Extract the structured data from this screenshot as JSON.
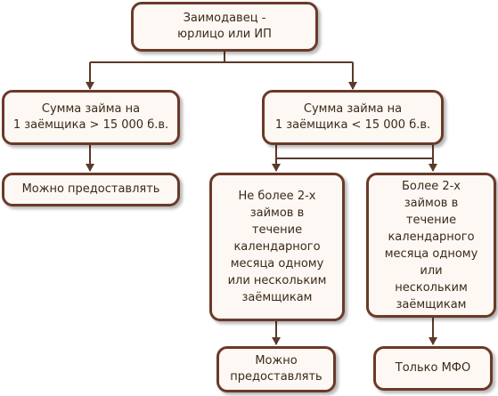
{
  "root": {
    "text": "Заимодавец -\nюрлицо или ИП"
  },
  "left_branch": {
    "condition": "Сумма займа на\n1 заёмщика > 15 000 б.в.",
    "result": "Можно предоставлять"
  },
  "right_branch": {
    "condition": "Сумма займа на\n1 заёмщика < 15 000 б.в.",
    "option_few": {
      "text": "Не более 2-х\nзаймов в\nтечение\nкалендарного\nмесяца одному\nили нескольким\nзаёмщикам",
      "result": "Можно\nпредоставлять"
    },
    "option_many": {
      "text": "Более 2-х\nзаймов в\nтечение\nкалендарного\nмесяца одному\nили\nнескольким\nзаёмщикам",
      "result": "Только МФО"
    }
  },
  "colors": {
    "border": "#6b3a28",
    "fill": "#fdf8f3",
    "connector": "#5a3a2a",
    "text": "#3a2a1a"
  }
}
